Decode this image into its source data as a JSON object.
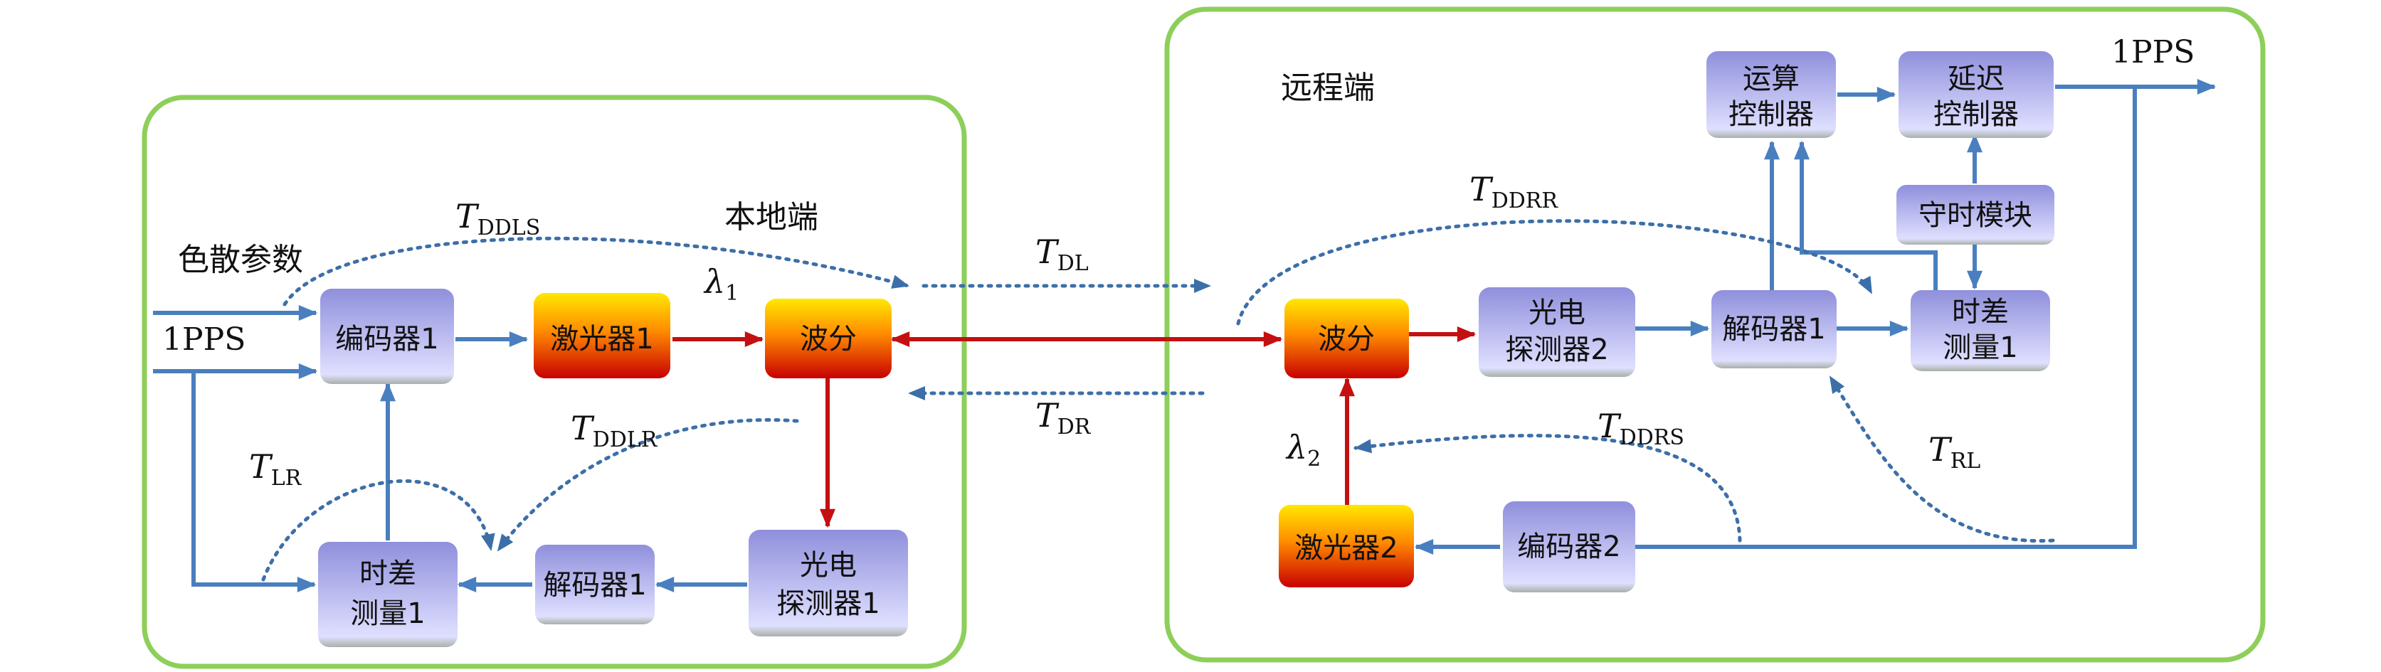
{
  "local": {
    "title": "本地端",
    "input_dispersion": "色散参数",
    "input_1pps": "1PPS",
    "encoder1": "编码器1",
    "laser1": "激光器1",
    "wdm": "波分",
    "photodetector1": [
      "光电",
      "探测器1"
    ],
    "decoder1": "解码器1",
    "tdm1": [
      "时差",
      "测量1"
    ],
    "lambda1": "1",
    "T_DDLS": "DDLS",
    "T_DDLR": "DDLR",
    "T_LR": "LR"
  },
  "link": {
    "T_DL": "DL",
    "T_DR": "DR"
  },
  "remote": {
    "title": "远程端",
    "compute_ctrl": [
      "运算",
      "控制器"
    ],
    "delay_ctrl": [
      "延迟",
      "控制器"
    ],
    "output_1pps": "1PPS",
    "timekeeping": "守时模块",
    "wdm": "波分",
    "photodetector2": [
      "光电",
      "探测器2"
    ],
    "decoder1": "解码器1",
    "tdm1": [
      "时差",
      "测量1"
    ],
    "laser2": "激光器2",
    "encoder2": "编码器2",
    "lambda2": "2",
    "T_DDRR": "DDRR",
    "T_DDRS": "DDRS",
    "T_RL": "RL"
  },
  "colors": {
    "frame": "#8dcf5a",
    "signal_arrow": "#4a7fbf",
    "optical_arrow": "#c41010",
    "dotted": "#3c6fa8",
    "box_purple_top": "#8f8fdc",
    "box_purple_bottom": "#dfe0ff",
    "box_laser_top": "#ffe800",
    "box_laser_bottom": "#c80000"
  }
}
